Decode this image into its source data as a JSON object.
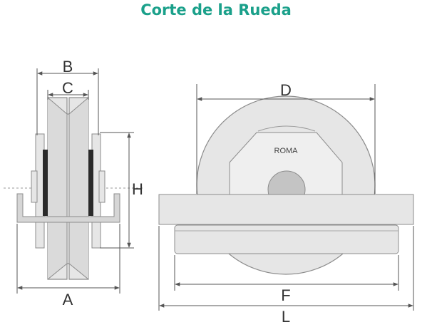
{
  "title": "Corte de la Rueda",
  "labels": {
    "a": "A",
    "b": "B",
    "c": "C",
    "d": "D",
    "f": "F",
    "h": "H",
    "l": "L",
    "roma": "ROMA"
  },
  "colors": {
    "title": "#1aa08a",
    "part_fill": "#e6e6e6",
    "part_stroke": "#8c8c8c",
    "groove": "#d0d0d0",
    "bearing": "#2a2a2a",
    "dimension_line": "#555555"
  }
}
